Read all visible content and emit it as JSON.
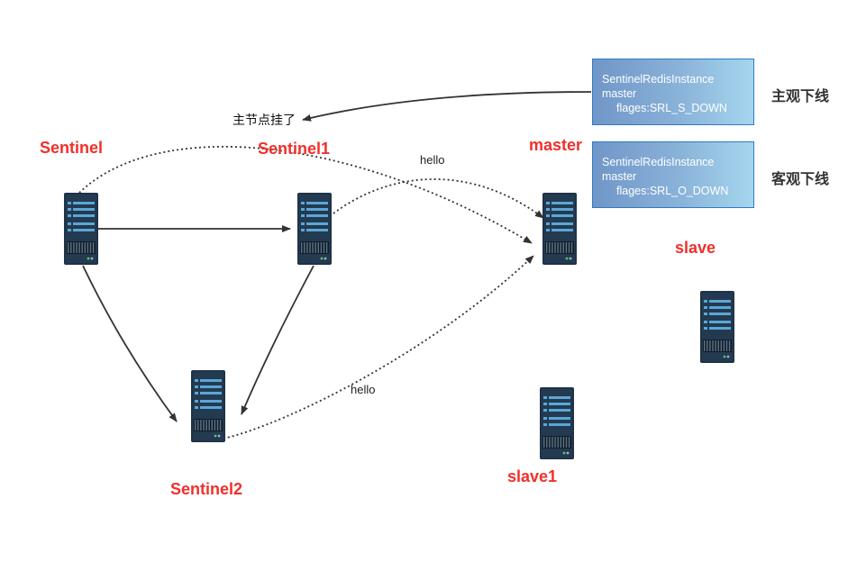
{
  "nodes": {
    "sentinel": {
      "label": "Sentinel",
      "icon": "server-icon"
    },
    "sentinel1": {
      "label": "Sentinel1",
      "icon": "server-icon"
    },
    "sentinel2": {
      "label": "Sentinel2",
      "icon": "server-icon"
    },
    "master": {
      "label": "master",
      "icon": "server-icon"
    },
    "slave": {
      "label": "slave",
      "icon": "server-icon"
    },
    "slave1": {
      "label": "slave1",
      "icon": "server-icon"
    }
  },
  "edges": {
    "hello_top": "hello",
    "hello_bottom": "hello"
  },
  "fault_label": "主节点挂了",
  "status_boxes": [
    {
      "line1": "SentinelRedisInstance",
      "line2": "master",
      "line3": "flages:SRL_S_DOWN",
      "side_label": "主观下线"
    },
    {
      "line1": "SentinelRedisInstance",
      "line2": "master",
      "line3": "flages:SRL_O_DOWN",
      "side_label": "客观下线"
    }
  ],
  "colors": {
    "node_label": "#f0302b",
    "arrow": "#333333",
    "box_border": "#2e7bc4",
    "box_gradient_start": "#7096c8",
    "box_gradient_end": "#a5d6ee",
    "server_body": "#1f3347",
    "server_accent": "#5aa7d6"
  }
}
